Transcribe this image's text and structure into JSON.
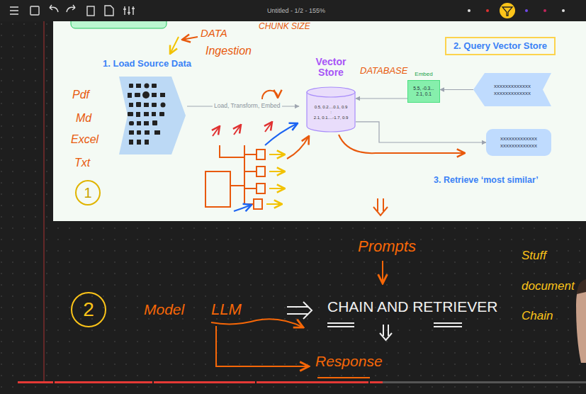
{
  "diagram": {
    "nodes": [
      {
        "text": [
          "2. Query Vector Store"
        ]
      },
      {
        "text": [
          "Vector Store",
          "0.5, 0.2....0.1, 0.9",
          ":",
          "2.1, 0.1....-1.7, 0.9"
        ]
      },
      {
        "text": [
          "Embed",
          "5.5, -0.3... 2.1, 0.1"
        ]
      },
      {
        "text": [
          "xxxxxxxxxxxxx xxxxxxxxxxxxx"
        ]
      },
      {
        "text": [
          "xxxxxxxxxxxxx xxxxxxxxxxxxx"
        ]
      },
      {
        "text": [
          "1"
        ]
      },
      {
        "text": [
          "2"
        ]
      }
    ],
    "edges": [
      {
        "from": 3,
        "to": 2,
        "arrow": "to"
      },
      {
        "from": 2,
        "to": 1,
        "arrow": "to"
      },
      {
        "from": 1,
        "to": 4,
        "arrow": "to"
      }
    ],
    "labels": [
      "Untitled - 1/2 - 155%",
      "CHUNK SIZE",
      "DATA",
      "Ingestion",
      "1. Load Source Data",
      "Pdf",
      "Md",
      "Excel",
      "Txt",
      "DATABASE",
      "Load, Transform, Embed",
      "3. Retrieve ‘most similar’",
      "Prompts",
      "Model",
      "LLM",
      "CHAIN AND RETRIEVER",
      "Response",
      "Stuff document Chain"
    ]
  }
}
